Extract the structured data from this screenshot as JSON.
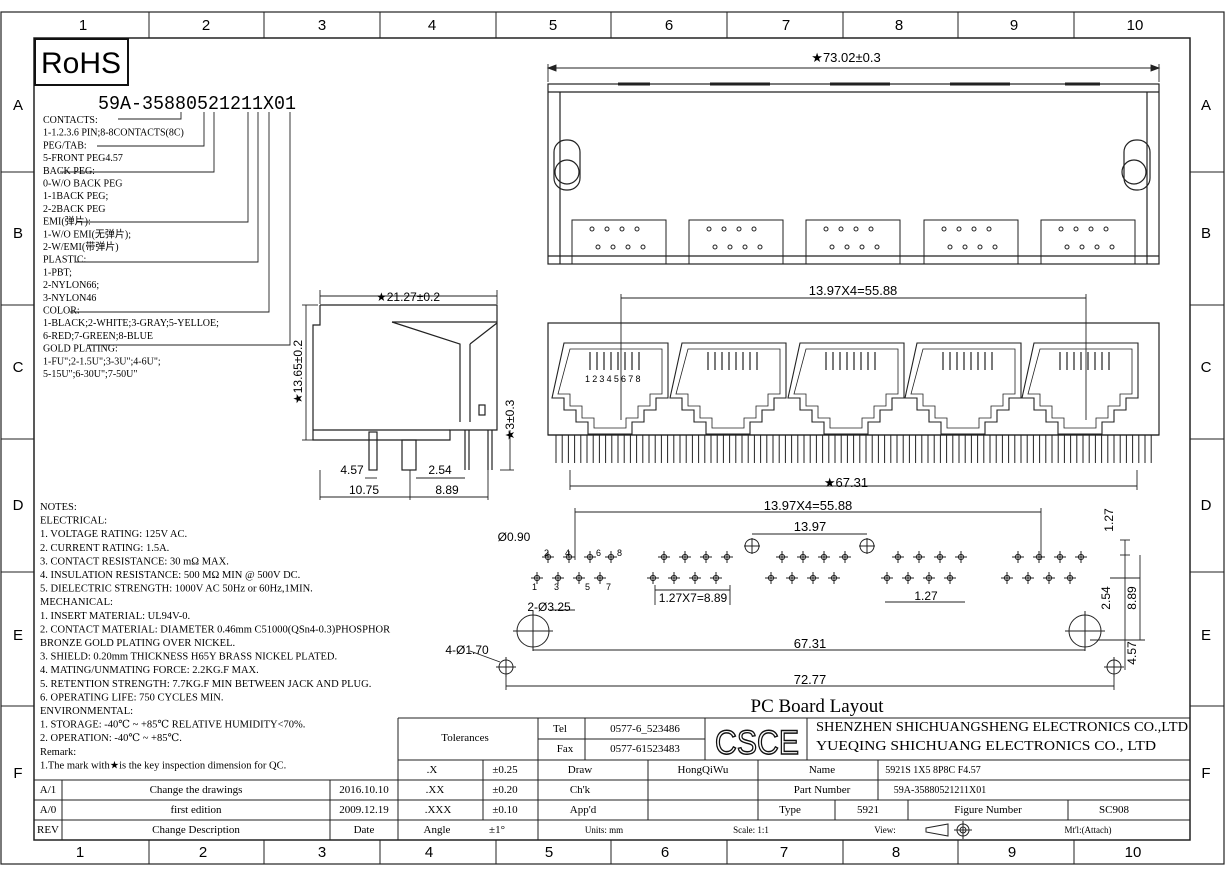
{
  "grid": {
    "cols": [
      "1",
      "2",
      "3",
      "4",
      "5",
      "6",
      "7",
      "8",
      "9",
      "10"
    ],
    "rows": [
      "A",
      "B",
      "C",
      "D",
      "E",
      "F"
    ]
  },
  "rohs": "RoHS",
  "part_code": "59A-35880521211X01",
  "code_legend": [
    "CONTACTS:",
    "1-1.2.3.6 PIN;8-8CONTACTS(8C)",
    "PEG/TAB:",
    "5-FRONT PEG4.57",
    "BACK PEG:",
    "0-W/O BACK PEG",
    "1-1BACK PEG;",
    "2-2BACK PEG",
    "EMI(弹片):",
    "1-W/O EMI(无弹片);",
    "2-W/EMI(带弹片)",
    "PLASTIC:",
    "1-PBT;",
    "2-NYLON66;",
    "3-NYLON46",
    "COLOR:",
    "1-BLACK;2-WHITE;3-GRAY;5-YELLOE;",
    "6-RED;7-GREEN;8-BLUE",
    "GOLD PLATING:",
    "1-FU\";2-1.5U\";3-3U\";4-6U\";",
    "5-15U\";6-30U\";7-50U\""
  ],
  "notes": [
    "NOTES:",
    "ELECTRICAL:",
    "1. VOLTAGE RATING: 125V AC.",
    "2. CURRENT RATING: 1.5A.",
    "3. CONTACT RESISTANCE: 30 mΩ MAX.",
    "4. INSULATION RESISTANCE: 500 MΩ MIN @ 500V DC.",
    "5. DIELECTRIC STRENGTH: 1000V AC 50Hz or 60Hz,1MIN.",
    "MECHANICAL:",
    "1. INSERT MATERIAL: UL94V-0.",
    "2. CONTACT MATERIAL: DIAMETER 0.46mm C51000(QSn4-0.3)PHOSPHOR",
    "          BRONZE GOLD PLATING OVER NICKEL.",
    "3. SHIELD: 0.20mm THICKNESS H65Y BRASS NICKEL PLATED.",
    "4. MATING/UNMATING FORCE: 2.2KG.F MAX.",
    "5. RETENTION STRENGTH: 7.7KG.F MIN BETWEEN JACK AND PLUG.",
    "6. OPERATING LIFE: 750 CYCLES MIN.",
    "ENVIRONMENTAL:",
    "1. STORAGE: -40℃ ~ +85℃ RELATIVE HUMIDITY<70%.",
    "2. OPERATION: -40℃ ~ +85℃.",
    "Remark:",
    "1.The mark with★is the key inspection dimension for QC."
  ],
  "dims": {
    "top_width": "★73.02±0.3",
    "side_width": "★21.27±0.2",
    "side_height": "★13.65±0.2",
    "side_pin": "★3±0.3",
    "side_457": "4.57",
    "side_254": "2.54",
    "side_1075": "10.75",
    "side_889": "8.89",
    "front_pitch": "13.97X4=55.88",
    "front_width": "★67.31",
    "pin_numbers": "12345678",
    "pcb_pitch": "13.97X4=55.88",
    "pcb_1397": "13.97",
    "pcb_127": "1.27",
    "pcb_hole": "Ø0.90",
    "pcb_325": "2-Ø3.25",
    "pcb_170": "4-Ø1.70",
    "pcb_127x7": "1.27X7=8.89",
    "pcb_127b": "1.27",
    "pcb_6731": "67.31",
    "pcb_7277": "72.77",
    "pcb_254": "2.54",
    "pcb_889": "8.89",
    "pcb_457": "4.57",
    "pin_labels": [
      "1",
      "2",
      "3",
      "4",
      "5",
      "6",
      "7",
      "8"
    ]
  },
  "pcb_title": "PC Board Layout",
  "title_block": {
    "tolerances": "Tolerances",
    "tel_label": "Tel",
    "tel": "0577-6_523486",
    "fax_label": "Fax",
    "fax": "0577-61523483",
    "logo": "CSCE",
    "company_1": "SHENZHEN SHICHUANGSHENG ELECTRONICS CO.,LTD",
    "company_2": "YUEQING SHICHUANG ELECTRONICS CO., LTD",
    "x": ".X",
    "x_tol": "±0.25",
    "xx": ".XX",
    "xx_tol": "±0.20",
    "xxx": ".XXX",
    "xxx_tol": "±0.10",
    "angle": "Angle",
    "angle_tol": "±1°",
    "draw": "Draw",
    "draw_val": "HongQiWu",
    "chk": "Ch'k",
    "appd": "App'd",
    "name_label": "Name",
    "name_val": "5921S 1X5 8P8C F4.57",
    "part_label": "Part Number",
    "part_val": "59A-35880521211X01",
    "type_label": "Type",
    "type_val": "5921",
    "fig_label": "Figure Number",
    "fig_val": "SC908",
    "units": "Units: mm",
    "scale": "Scale: 1:1",
    "view": "View:",
    "mtl": "Mt'l:(Attach)"
  },
  "revisions": [
    {
      "rev": "A/1",
      "desc": "Change the drawings",
      "date": "2016.10.10"
    },
    {
      "rev": "A/0",
      "desc": "first edition",
      "date": "2009.12.19"
    },
    {
      "rev": "REV",
      "desc": "Change Description",
      "date": "Date"
    }
  ]
}
